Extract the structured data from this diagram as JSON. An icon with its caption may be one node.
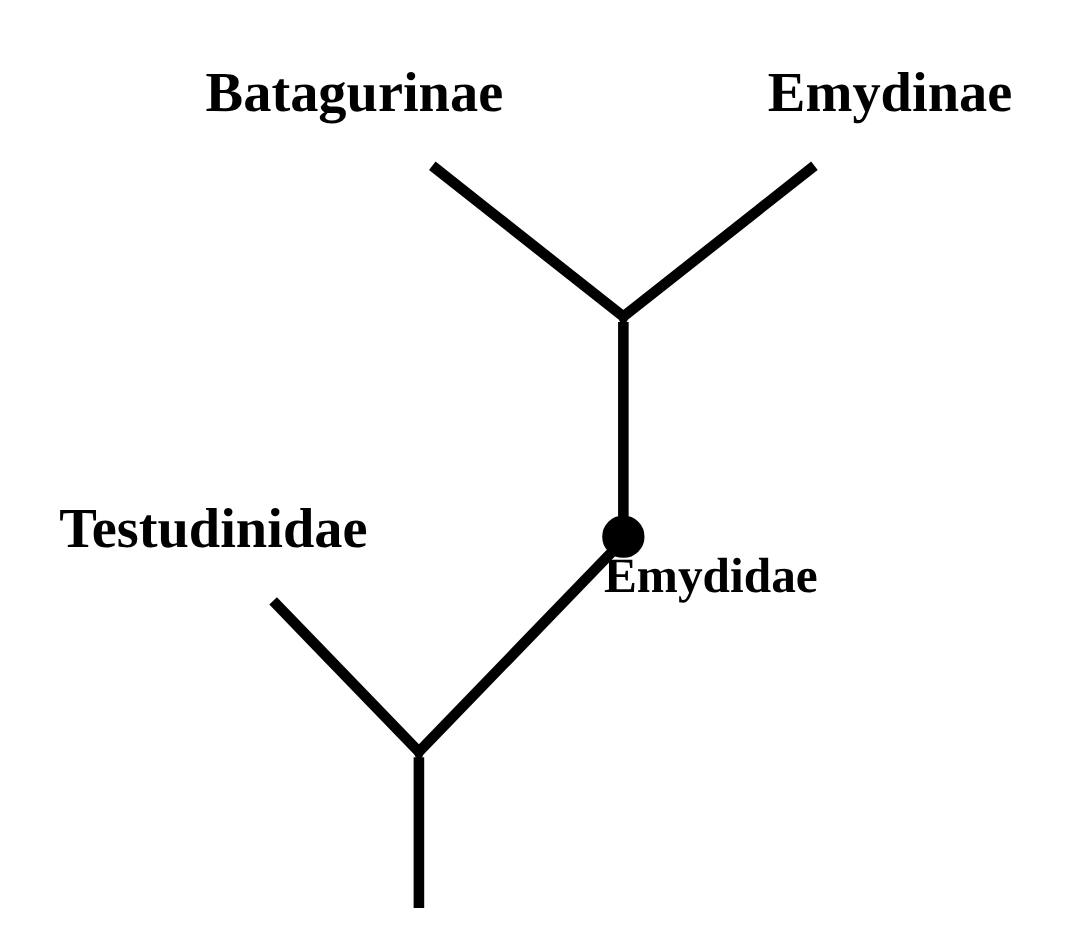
{
  "diagram": {
    "nodes": [
      {
        "text": [
          "Testudinidae"
        ]
      },
      {
        "text": [
          "Batagurinae"
        ]
      },
      {
        "text": [
          "Emydinae"
        ]
      },
      {
        "text": [],
        "shape": "point"
      },
      {
        "text": [],
        "shape": "circle",
        "beside": [
          "Emydidae"
        ]
      },
      {
        "text": [],
        "shape": "point"
      }
    ],
    "edges": [
      {
        "from": null,
        "to": 3,
        "arrow": "none"
      },
      {
        "from": 3,
        "to": 0,
        "arrow": "none"
      },
      {
        "from": 3,
        "to": 4,
        "arrow": "none"
      },
      {
        "from": 4,
        "to": 5,
        "arrow": "none"
      },
      {
        "from": 5,
        "to": 1,
        "arrow": "none"
      },
      {
        "from": 5,
        "to": 2,
        "arrow": "none"
      }
    ]
  }
}
